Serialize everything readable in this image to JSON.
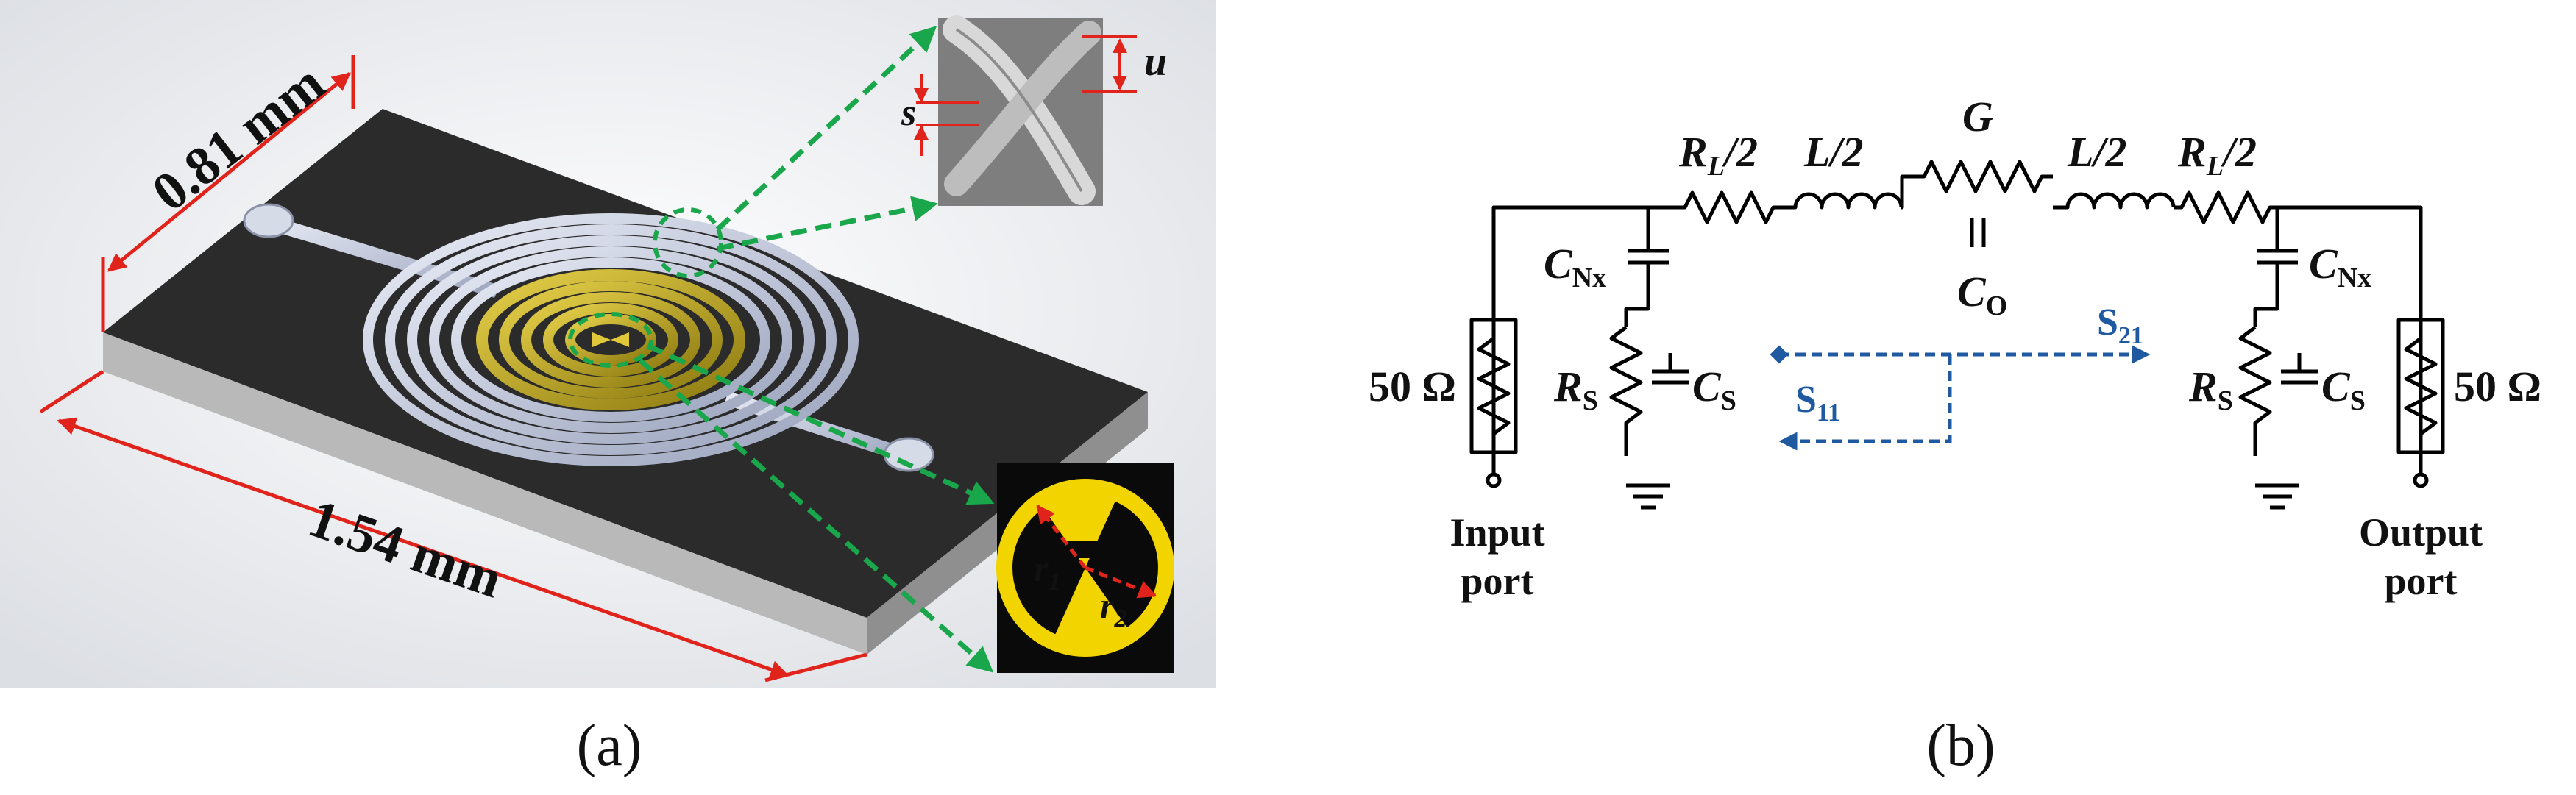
{
  "panel_a": {
    "dim_width": "0.81 mm",
    "dim_length": "1.54 mm",
    "inset_sem": {
      "label_s": "s",
      "label_u": "u"
    },
    "inset_center": {
      "label_r": "r",
      "sub_1": "1",
      "sub_2": "2"
    },
    "caption": "(a)"
  },
  "panel_b": {
    "rl_main": "R",
    "rl_sub": "L",
    "rl_tail": "/2",
    "l_half": "L/2",
    "g": "G",
    "co_main": "C",
    "co_sub": "O",
    "cnx_main": "C",
    "cnx_sub": "Nx",
    "rs_main": "R",
    "rs_sub": "S",
    "cs_main": "C",
    "cs_sub": "S",
    "ohm": "50 Ω",
    "s21_main": "S",
    "s21_sub": "21",
    "s11_main": "S",
    "s11_sub": "11",
    "input_l1": "Input",
    "input_l2": "port",
    "output_l1": "Output",
    "output_l2": "port",
    "caption": "(b)"
  },
  "colors": {
    "substrate_top": "#2b2b2b",
    "substrate_side": "#b9b9b9",
    "silver_coil": "#c9cfe2",
    "gold_coil": "#c8b020",
    "dim_red": "#e0241b",
    "callout_green": "#1aa64a",
    "s_param_blue": "#1f5aa0"
  }
}
